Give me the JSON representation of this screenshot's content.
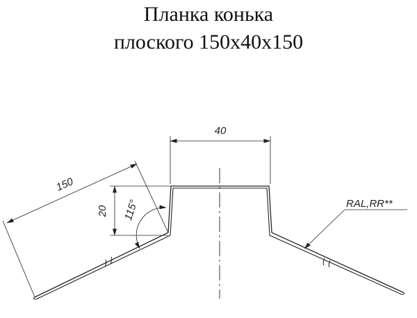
{
  "title": {
    "line1": "Планка конька",
    "line2": "плоского 150х40х150"
  },
  "dimensions": {
    "slope_length": "150",
    "top_width": "40",
    "height": "20",
    "angle": "115°"
  },
  "annotation": {
    "coating": "RAL,RR**"
  },
  "colors": {
    "line": "#222222",
    "background": "#ffffff"
  }
}
